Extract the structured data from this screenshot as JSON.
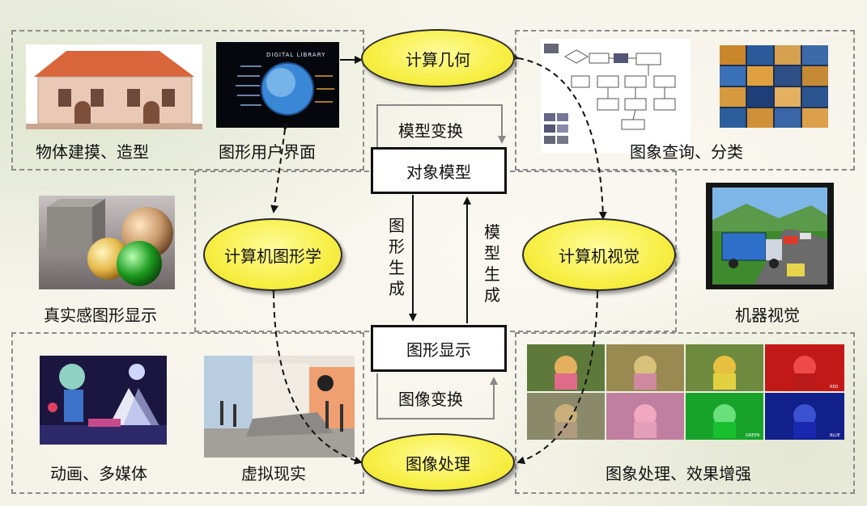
{
  "nodes": {
    "computational_geometry": "计算几何",
    "computer_graphics": "计算机图形学",
    "computer_vision": "计算机视觉",
    "image_processing": "图像处理",
    "object_model": "对象模型",
    "graphics_display": "图形显示"
  },
  "transforms": {
    "model_transform": "模型变换",
    "image_transform": "图像变换",
    "graphics_generation": "图形生成",
    "model_generation": "模型生成"
  },
  "captions": {
    "object_modeling": "物体建摸、造型",
    "gui": "图形用户界面",
    "image_query": "图象查询、分类",
    "realistic_graphics": "真实感图形显示",
    "machine_vision": "机器视觉",
    "animation": "动画、多媒体",
    "virtual_reality": "虚拟现实",
    "image_enhancement": "图象处理、效果增强"
  },
  "images": {
    "gui_screen_title": "DIGITAL LIBRARY",
    "rgb_labels": [
      "RED",
      "GREEN",
      "BLUE"
    ]
  },
  "colors": {
    "ellipse_fill": "#f7ef45",
    "border": "#111111",
    "dashed": "#8b8b8b"
  }
}
